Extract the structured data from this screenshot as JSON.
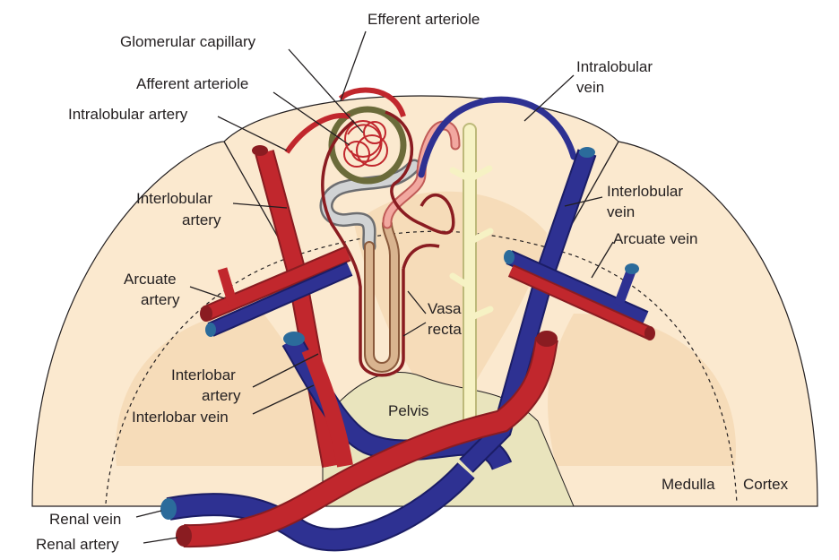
{
  "labels": {
    "efferent_arteriole": "Efferent arteriole",
    "glomerular_capillary": "Glomerular capillary",
    "afferent_arteriole": "Afferent arteriole",
    "intralobular_artery": "Intralobular artery",
    "intralobular_vein_1": "Intralobular",
    "intralobular_vein_2": "vein",
    "interlobular_artery_1": "Interlobular",
    "interlobular_artery_2": "artery",
    "interlobular_vein_1": "Interlobular",
    "interlobular_vein_2": "vein",
    "arcuate_vein": "Arcuate vein",
    "arcuate_artery_1": "Arcuate",
    "arcuate_artery_2": "artery",
    "vasa_recta_1": "Vasa",
    "vasa_recta_2": "recta",
    "interlobar_artery_1": "Interlobar",
    "interlobar_artery_2": "artery",
    "interlobar_vein": "Interlobar vein",
    "pelvis": "Pelvis",
    "medulla": "Medulla",
    "cortex": "Cortex",
    "renal_vein": "Renal vein",
    "renal_artery": "Renal artery"
  },
  "colors": {
    "cortex": "#fbe9cf",
    "medulla_pyramid": "#f6dcb9",
    "pelvis": "#e9e4bd",
    "artery": "#c1272d",
    "artery_dark": "#8a1c21",
    "vein": "#2e3192",
    "vein_dark": "#1b1d66",
    "vein_end": "#2b6b9b",
    "capsule": "#6b6b3a",
    "collecting_duct": "#f6f2c4",
    "tubule_grey": "#a7a9ac",
    "tubule_pink": "#f2a8a0",
    "loop_tan": "#d9b48f"
  }
}
